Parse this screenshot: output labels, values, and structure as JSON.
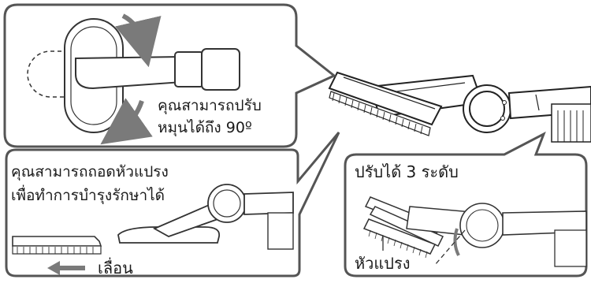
{
  "panels": {
    "rotate": {
      "caption_line1": "คุณสามารถปรับ",
      "caption_line2": "หมุนได้ถึง 90º"
    },
    "maintenance": {
      "caption_line1": "คุณสามารถถอดหัวแปรง",
      "caption_line2": "เพื่อทำการบำรุงรักษาได้",
      "slide_label": "เลื่อน"
    },
    "levels": {
      "caption": "ปรับได้ 3 ระดับ",
      "brush_label": "หัวแปรง"
    }
  }
}
